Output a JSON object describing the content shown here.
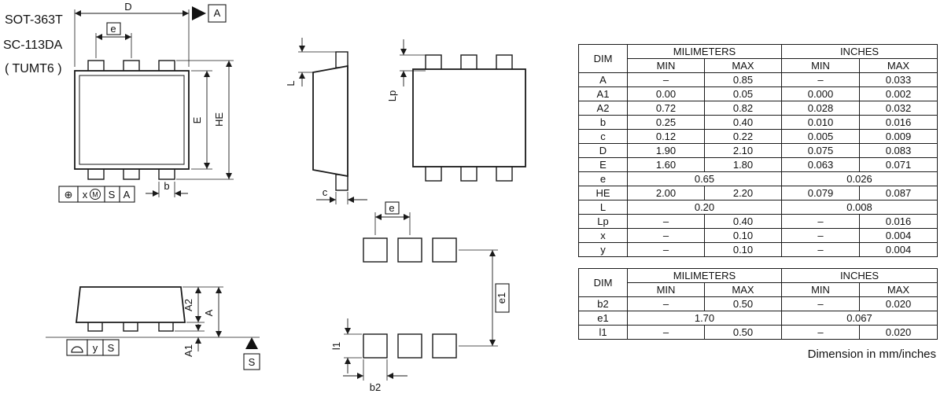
{
  "drawing": {
    "titles": [
      "SOT-363T",
      "SC-113DA",
      "( TUMT6 )"
    ],
    "labels": {
      "D": "D",
      "e": "e",
      "E": "E",
      "HE": "HE",
      "b": "b",
      "L": "L",
      "c": "c",
      "Lp": "Lp",
      "A": "A",
      "A1": "A1",
      "A2": "A2",
      "e1": "e1",
      "l1": "l1",
      "b2": "b2",
      "datum_a": "A",
      "datum_s": "S"
    },
    "fcf1": {
      "sym": "⊕",
      "tol": "x",
      "mod": "M",
      "d1": "S",
      "d2": "A"
    },
    "fcf2": {
      "tol": "y",
      "datum": "S"
    }
  },
  "tables": [
    {
      "headers": {
        "dim": "DIM",
        "mm": "MILIMETERS",
        "inches": "INCHES",
        "min": "MIN",
        "max": "MAX"
      },
      "rows": [
        {
          "dim": "A",
          "cells": [
            "–",
            "0.85",
            "–",
            "0.033"
          ]
        },
        {
          "dim": "A1",
          "cells": [
            "0.00",
            "0.05",
            "0.000",
            "0.002"
          ]
        },
        {
          "dim": "A2",
          "cells": [
            "0.72",
            "0.82",
            "0.028",
            "0.032"
          ]
        },
        {
          "dim": "b",
          "cells": [
            "0.25",
            "0.40",
            "0.010",
            "0.016"
          ]
        },
        {
          "dim": "c",
          "cells": [
            "0.12",
            "0.22",
            "0.005",
            "0.009"
          ]
        },
        {
          "dim": "D",
          "cells": [
            "1.90",
            "2.10",
            "0.075",
            "0.083"
          ]
        },
        {
          "dim": "E",
          "cells": [
            "1.60",
            "1.80",
            "0.063",
            "0.071"
          ]
        },
        {
          "dim": "e",
          "cells": [
            "0.65",
            "0.026"
          ],
          "span": true
        },
        {
          "dim": "HE",
          "cells": [
            "2.00",
            "2.20",
            "0.079",
            "0.087"
          ]
        },
        {
          "dim": "L",
          "cells": [
            "0.20",
            "0.008"
          ],
          "span": true
        },
        {
          "dim": "Lp",
          "cells": [
            "–",
            "0.40",
            "–",
            "0.016"
          ]
        },
        {
          "dim": "x",
          "cells": [
            "–",
            "0.10",
            "–",
            "0.004"
          ]
        },
        {
          "dim": "y",
          "cells": [
            "–",
            "0.10",
            "–",
            "0.004"
          ]
        }
      ]
    },
    {
      "headers": {
        "dim": "DIM",
        "mm": "MILIMETERS",
        "inches": "INCHES",
        "min": "MIN",
        "max": "MAX"
      },
      "rows": [
        {
          "dim": "b2",
          "cells": [
            "–",
            "0.50",
            "–",
            "0.020"
          ]
        },
        {
          "dim": "e1",
          "cells": [
            "1.70",
            "0.067"
          ],
          "span": true
        },
        {
          "dim": "l1",
          "cells": [
            "–",
            "0.50",
            "–",
            "0.020"
          ]
        }
      ]
    }
  ],
  "footer": {
    "note": "Dimension in mm/inches"
  }
}
